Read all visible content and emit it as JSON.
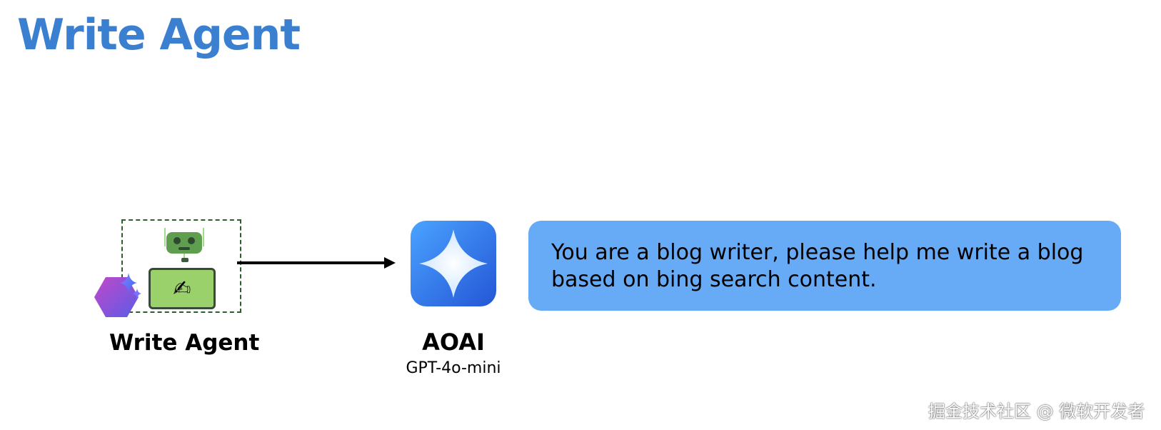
{
  "title": "Write Agent",
  "agent": {
    "label": "Write Agent",
    "robot_icon": "robot-icon",
    "pen_icon": "writing-hand-icon",
    "badge_icon": "sparkle-hexagon-icon",
    "box_border_color": "#2e5e2e",
    "card_color": "#9bd16b"
  },
  "model": {
    "label": "AOAI",
    "sublabel": "GPT-4o-mini",
    "icon": "azure-openai-sparkle-icon",
    "icon_color": "#2f6fde"
  },
  "prompt": {
    "text": "You are a blog writer, please help me write a blog based on bing search content.",
    "bg_color": "#67aaf5"
  },
  "watermark": "掘金技术社区 @ 微软开发者",
  "colors": {
    "title": "#3a7fd0"
  }
}
